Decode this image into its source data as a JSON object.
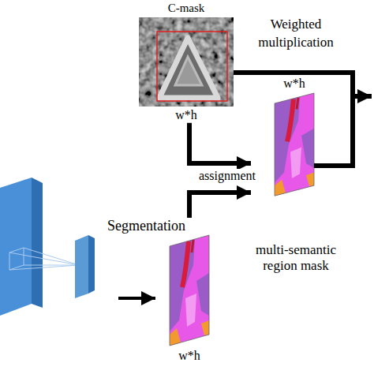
{
  "diagram": {
    "nodes": [
      {
        "text": [
          "C-mask",
          "w*h"
        ]
      },
      {
        "text": [
          "w*h",
          "multi-semantic region mask"
        ]
      },
      {
        "text": [
          "Segmentation",
          "w*h"
        ]
      }
    ],
    "edges": [
      {
        "from": 0,
        "to": 1,
        "arrow": "to",
        "label": "assignment"
      },
      {
        "from": 2,
        "to": 1,
        "arrow": "to"
      }
    ],
    "labels": [
      "Weighted multiplication"
    ]
  }
}
